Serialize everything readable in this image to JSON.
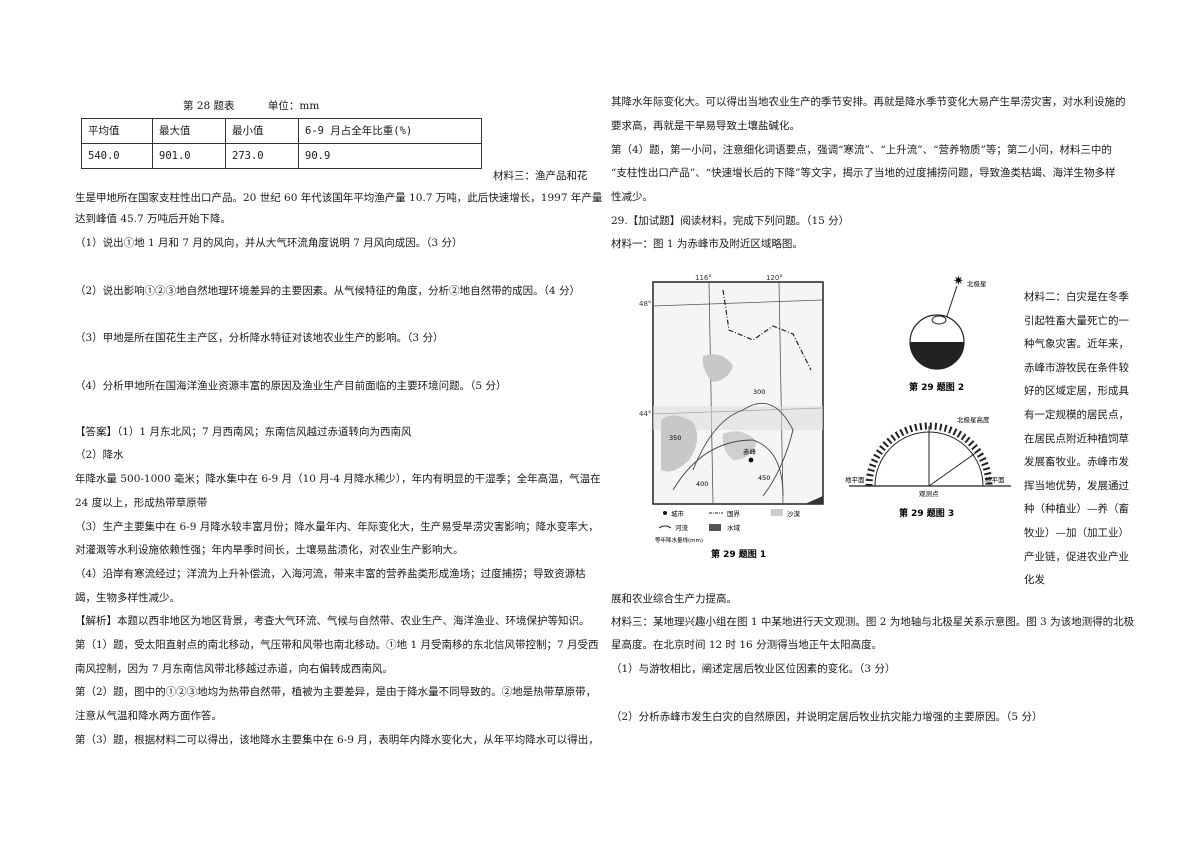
{
  "table": {
    "caption": "第 28 题表          单位：mm",
    "headers": [
      "平均值",
      "最大值",
      "最小值",
      "6-9 月占全年比重(%)"
    ],
    "row": [
      "540.0",
      "901.0",
      "273.0",
      "90.9"
    ]
  },
  "left": {
    "material3_head": "材料三：渔产品和花",
    "lines": [
      "生是甲地所在国家支柱性出口产品。20 世纪 60 年代该国年平均渔产量 10.7 万吨，此后快速增长，1997 年产量",
      "达到峰值 45.7 万吨后开始下降。",
      "（1）说出①地 1 月和 7 月的风向，并从大气环流角度说明 7 月风向成因。（3 分）",
      "（2）说出影响①②③地自然地理环境差异的主要因素。从气候特征的角度，分析②地自然带的成因。（4 分）",
      "（3）甲地是所在国花生主产区，分析降水特征对该地农业生产的影响。（3 分）",
      "（4）分析甲地所在国海洋渔业资源丰富的原因及渔业生产目前面临的主要环境问题。（5 分）",
      "【答案】（1）1 月东北风；7 月西南风；东南信风越过赤道转向为西南风",
      "（2）降水",
      "年降水量 500-1000 毫米；降水集中在 6-9 月（10 月-4 月降水稀少），年内有明显的干湿季；全年高温，气温在",
      "24 度以上，形成热带草原带",
      "（3）生产主要集中在 6-9 月降水较丰富月份；降水量年内、年际变化大，生产易受旱涝灾害影响；降水变率大，",
      "对灌溉等水利设施依赖性强；年内旱季时间长，土壤易盐渍化，对农业生产影响大。",
      "（4）沿岸有寒流经过；洋流为上升补偿流，入海河流，带来丰富的营养盐类形成渔场；过度捕捞；导致资源枯",
      "竭，生物多样性减少。",
      "【解析】本题以西非地区为地区背景，考查大气环流、气候与自然带、农业生产、海洋渔业、环境保护等知识。",
      "第（1）题，受太阳直射点的南北移动，气压带和风带也南北移动。①地 1 月受南移的东北信风带控制；7 月受西",
      "南风控制，因为 7 月东南信风带北移越过赤道，向右偏转成西南风。",
      "第（2）题，图中的①②③地均为热带自然带，植被为主要差异，是由于降水量不同导致的。②地是热带草原带，",
      "注意从气温和降水两方面作答。",
      "第（3）题，根据材料二可以得出，该地降水主要集中在 6-9 月，表明年内降水变化大，从年平均降水可以得出，"
    ]
  },
  "right": {
    "lines": [
      "其降水年际变化大。可以得出当地农业生产的季节安排。再就是降水季节变化大易产生旱涝灾害，对水利设施的",
      "要求高，再就是干旱易导致土壤盐碱化。",
      "第（4）题，第一小问，注意细化词语要点，强调“寒流”、“上升流”、“营养物质”等；第二小问，材料三中的",
      "“支柱性出口产品”、“快速增长后的下降”等文字，揭示了当地的过度捕捞问题，导致渔类枯竭、海洋生物多样",
      "性减少。",
      "29.【加试题】阅读材料，完成下列问题。（15 分）",
      "材料一：图 1 为赤峰市及附近区域略图。",
      "展和农业综合生产力提高。",
      "材料三：某地理兴趣小组在图 1 中某地进行天文观测。图 2 为地轴与北极星关系示意图。图 3 为该地测得的北极",
      "星高度。在北京时间 12 时 16 分测得当地正午太阳高度。",
      "（1）与游牧相比，阐述定居后牧业区位因素的变化。（3 分）",
      "（2）分析赤峰市发生白灾的自然原因，并说明定居后牧业抗灾能力增强的主要原因。（5 分）"
    ],
    "material2": "材料二：白灾是在冬季引起牲畜大量死亡的一种气象灾害。近年来，赤峰市游牧民在条件较好的区域定居，形成具有一定规模的居民点，在居民点附近种植饲草发展畜牧业。赤峰市发挥当地优势，发展通过种（种植业）—养（畜牧业）—加（加工业）产业链，促进农业产业化发",
    "fig1": {
      "caption": "第 29 题图 1",
      "lon1": "116°",
      "lon2": "120°",
      "lat1": "48°",
      "lat2": "44°",
      "city": "赤峰",
      "legend": [
        "城市",
        "国界",
        "沙漠",
        "河流",
        "水域",
        "等年降水量线(mm)"
      ],
      "contours": [
        "400",
        "450",
        "350",
        "300"
      ]
    },
    "fig2": {
      "caption": "第 29 题图 2",
      "star": "北极星"
    },
    "fig3": {
      "caption": "第 29 题图 3",
      "star_alt": "北极星高度",
      "horizon": "地平面",
      "observer": "观测点"
    }
  }
}
